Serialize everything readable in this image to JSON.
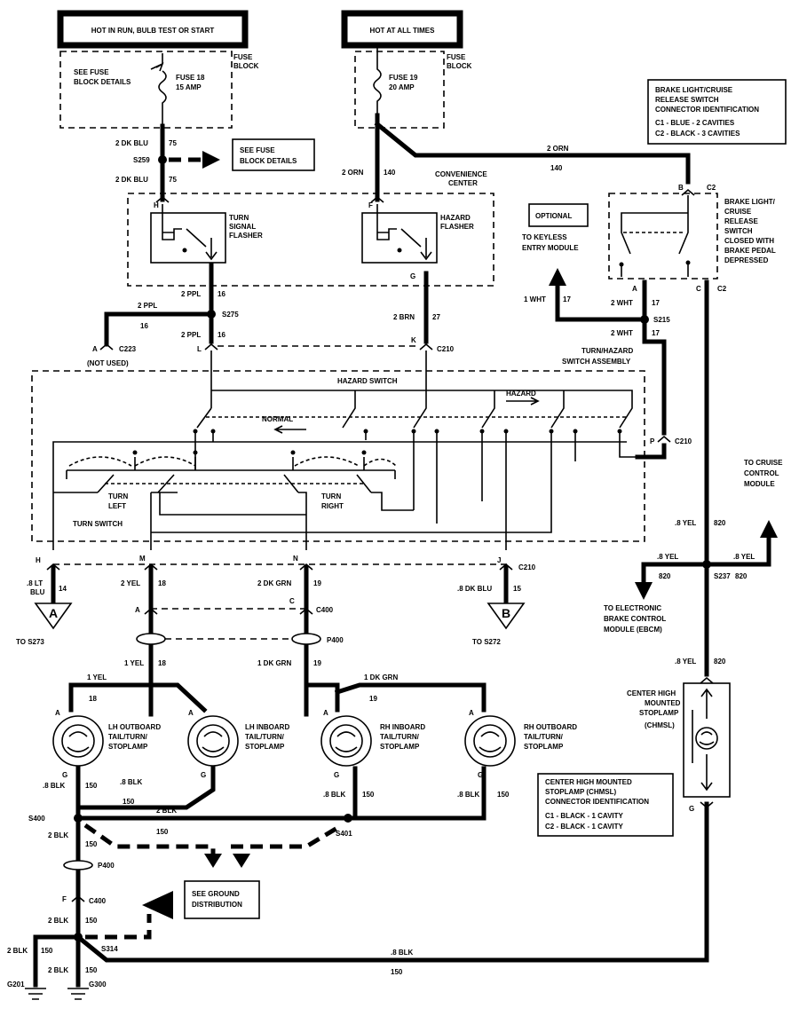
{
  "headers": {
    "hot_run": "HOT IN RUN, BULB TEST OR START",
    "hot_all": "HOT AT ALL TIMES"
  },
  "fuse_block": {
    "label_1": "FUSE",
    "label_2": "BLOCK",
    "details_1": "SEE FUSE",
    "details_2": "BLOCK DETAILS",
    "fuse18_name": "FUSE 18",
    "fuse18_rating": "15 AMP",
    "fuse19_name": "FUSE 19",
    "fuse19_rating": "20 AMP"
  },
  "splices": {
    "s259": "S259",
    "s275": "S275",
    "s215": "S215",
    "s237": "S237",
    "s400": "S400",
    "s401": "S401",
    "s314": "S314"
  },
  "connectors": {
    "c2": "C2",
    "c210": "C210",
    "c223": "C223",
    "c400": "C400",
    "p400": "P400",
    "g201": "G201",
    "g300": "G300"
  },
  "pins": {
    "h": "H",
    "f": "F",
    "g": "G",
    "b": "B",
    "a": "A",
    "c": "C",
    "l": "L",
    "k": "K",
    "p": "P",
    "m": "M",
    "n": "N",
    "j": "J"
  },
  "wires": {
    "dkblu2": "2 DK BLU",
    "c75": "75",
    "orn2": "2 ORN",
    "c140": "140",
    "ppl2": "2 PPL",
    "c16": "16",
    "brn2": "2 BRN",
    "c27": "27",
    "wht1": "1 WHT",
    "wht2": "2 WHT",
    "c17": "17",
    "ltblu": ".8 LT",
    "blu": "BLU",
    "c14": "14",
    "yel2": "2 YEL",
    "c18": "18",
    "dkgrn2": "2 DK GRN",
    "c19": "19",
    "dkblu8": ".8 DK BLU",
    "c15": "15",
    "yel1": "1 YEL",
    "dkgrn1": "1 DK GRN",
    "yel8": ".8 YEL",
    "c820": "820",
    "blk8": ".8 BLK",
    "blk2": "2 BLK",
    "c150": "150"
  },
  "components": {
    "conv_center_1": "CONVENIENCE",
    "conv_center_2": "CENTER",
    "turn_flasher_1": "TURN",
    "turn_flasher_2": "SIGNAL",
    "turn_flasher_3": "FLASHER",
    "hazard_flasher_1": "HAZARD",
    "hazard_flasher_2": "FLASHER",
    "optional": "OPTIONAL",
    "keyless_1": "TO KEYLESS",
    "keyless_2": "ENTRY MODULE",
    "brake_sw_1": "BRAKE LIGHT/",
    "brake_sw_2": "CRUISE",
    "brake_sw_3": "RELEASE",
    "brake_sw_4": "SWITCH",
    "brake_sw_5": "CLOSED WITH",
    "brake_sw_6": "BRAKE PEDAL",
    "brake_sw_7": "DEPRESSED",
    "not_used": "(NOT USED)",
    "turn_hazard_1": "TURN/HAZARD",
    "turn_hazard_2": "SWITCH ASSEMBLY",
    "hazard_switch": "HAZARD  SWITCH",
    "hazard": "HAZARD",
    "normal": "NORMAL",
    "turn_left_1": "TURN",
    "turn_left_2": "LEFT",
    "turn_right_1": "TURN",
    "turn_right_2": "RIGHT",
    "turn_switch": "TURN SWITCH",
    "cruise_1": "TO CRUISE",
    "cruise_2": "CONTROL",
    "cruise_3": "MODULE",
    "ebcm_1": "TO ELECTRONIC",
    "ebcm_2": "BRAKE CONTROL",
    "ebcm_3": "MODULE (EBCM)",
    "to_s273": "TO S273",
    "to_s272": "TO S272",
    "lh_out_1": "LH OUTBOARD",
    "lh_out_2": "TAIL/TURN/",
    "lh_out_3": "STOPLAMP",
    "lh_in_1": "LH INBOARD",
    "lh_in_2": "TAIL/TURN/",
    "lh_in_3": "STOPLAMP",
    "rh_in_1": "RH INBOARD",
    "rh_in_2": "TAIL/TURN/",
    "rh_in_3": "STOPLAMP",
    "rh_out_1": "RH OUTBOARD",
    "rh_out_2": "TAIL/TURN/",
    "rh_out_3": "STOPLAMP",
    "chmsl_1": "CENTER HIGH",
    "chmsl_2": "MOUNTED",
    "chmsl_3": "STOPLAMP",
    "chmsl_4": "(CHMSL)",
    "ground_1": "SEE GROUND",
    "ground_2": "DISTRIBUTION",
    "off_a": "A",
    "off_b": "B"
  },
  "brake_conn_id": {
    "title_1": "BRAKE LIGHT/CRUISE",
    "title_2": "RELEASE SWITCH",
    "title_3": "CONNECTOR IDENTIFICATION",
    "row1": "C1  -  BLUE     -  2 CAVITIES",
    "row2": "C2  -  BLACK   -  3 CAVITIES"
  },
  "chmsl_conn_id": {
    "title_1": "CENTER HIGH MOUNTED",
    "title_2": "STOPLAMP (CHMSL)",
    "title_3": "CONNECTOR IDENTIFICATION",
    "row1": "C1  -  BLACK  -  1 CAVITY",
    "row2": "C2  -  BLACK  -  1 CAVITY"
  }
}
